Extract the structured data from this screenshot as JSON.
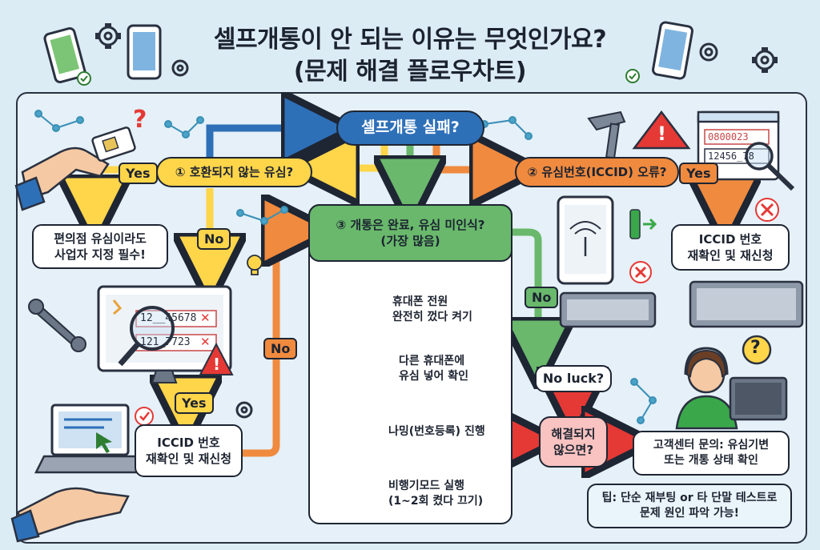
{
  "title_line1": "셀프개통이 안 되는 이유는 무엇인가요?",
  "title_line2": "(문제 해결 플로우차트)",
  "start": "셀프개통 실패?",
  "q1": "① 호환되지 않는 유심?",
  "q2": "② 유심번호(ICCID) 오류?",
  "q3_line1": "③ 개통은 완료, 유심 미인식?",
  "q3_line2": "(가장 많음)",
  "yes": "Yes",
  "no": "No",
  "result_q1_yes_line1": "편의점 유심이라도",
  "result_q1_yes_line2": "사업자 지정 필수!",
  "iccid_recheck_line1": "ICCID 번호",
  "iccid_recheck_line2": "재확인 및 재신청",
  "iccid_sample1": "12__45678",
  "iccid_sample2": "121_7723",
  "iccid_top1": "0800023",
  "iccid_top2": "12456_78",
  "steps": [
    {
      "l1": "휴대폰 전원",
      "l2": "완전히 껐다 켜기"
    },
    {
      "l1": "다른 휴대폰에",
      "l2": "유심 넣어 확인"
    },
    {
      "l1": "나밍(번호등록) 진행",
      "l2": ""
    },
    {
      "l1": "비행기모드 실행",
      "l2": "(1~2회 켰다 끄기)"
    }
  ],
  "no_luck": "No luck?",
  "unresolved_line1": "해결되지",
  "unresolved_line2": "않으면?",
  "support_line1": "고객센터 문의: 유심기변",
  "support_line2": "또는 개통 상태 확인",
  "tip_line1": "팁: 단순 재부팅 or 타 단말 테스트로",
  "tip_line2": "문제 원인 파악 가능!",
  "question_mark": "?",
  "exclaim": "!",
  "check": "✓",
  "cross": "✕",
  "colors": {
    "blue": "#2e70b8",
    "yellow": "#ffd54a",
    "orange": "#f08a3e",
    "green": "#69b86c",
    "red": "#e53935"
  }
}
